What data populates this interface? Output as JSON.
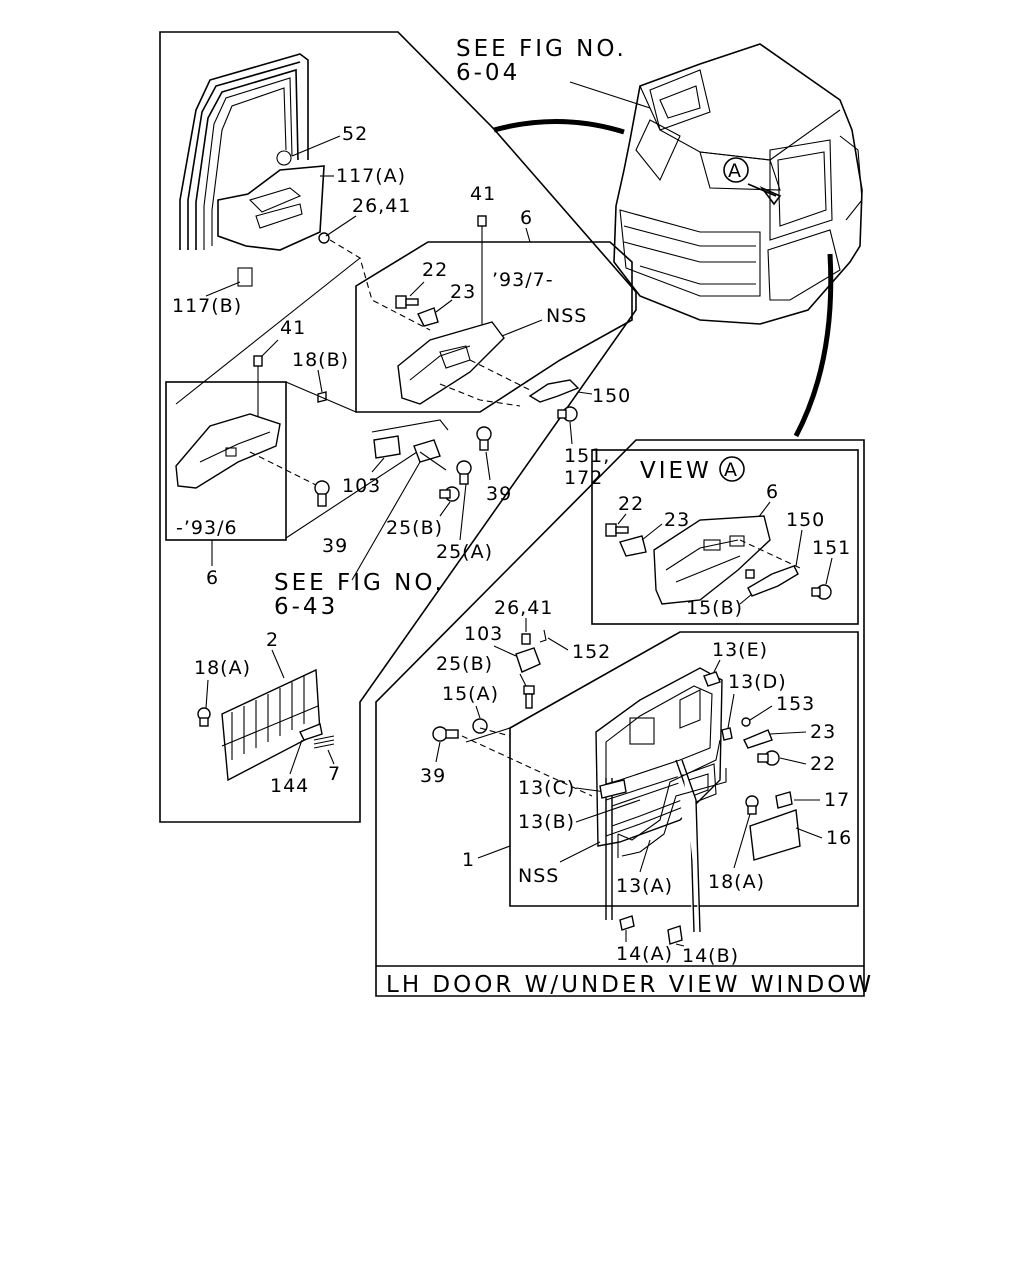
{
  "labels": {
    "see_fig_604": "SEE FIG NO.",
    "see_fig_604_no": "6-04",
    "p52": "52",
    "p117a": "117(A)",
    "p26_41_top": "26,41",
    "p117b": "117(B)",
    "p41_top": "41",
    "p6_top": "6",
    "p93_7": "’93/7-",
    "p22_top": "22",
    "p23_top": "23",
    "nss_top": "NSS",
    "p150_top": "150",
    "p151_172_a": "151,",
    "p151_172_b": "172",
    "p41_left": "41",
    "p18b": "18(B)",
    "p103_top": "103",
    "p39_mid": "39",
    "p25b_top": "25(B)",
    "p25a_top": "25(A)",
    "p93_6": "-’93/6",
    "p39_left": "39",
    "p6_left": "6",
    "see_fig_643": "SEE FIG NO.",
    "see_fig_643_no": "6-43",
    "p18a_left": "18(A)",
    "p2": "2",
    "p144": "144",
    "p7": "7",
    "view_a": "VIEW",
    "view_a_letter": "A",
    "cab_a_letter": "A",
    "v22": "22",
    "v23": "23",
    "v6": "6",
    "v150": "150",
    "v151": "151",
    "v15b": "15(B)",
    "b26_41": "26,41",
    "b103": "103",
    "b152": "152",
    "b25b": "25(B)",
    "b15a": "15(A)",
    "b39": "39",
    "b13e": "13(E)",
    "b13d": "13(D)",
    "b153": "153",
    "b23": "23",
    "b22": "22",
    "b13c": "13(C)",
    "b17": "17",
    "b13b": "13(B)",
    "b16": "16",
    "b1": "1",
    "b_nss": "NSS",
    "b13a": "13(A)",
    "b18a": "18(A)",
    "b14a": "14(A)",
    "b14b": "14(B)",
    "lh_door_caption": "LH DOOR W/UNDER VIEW WINDOW"
  }
}
